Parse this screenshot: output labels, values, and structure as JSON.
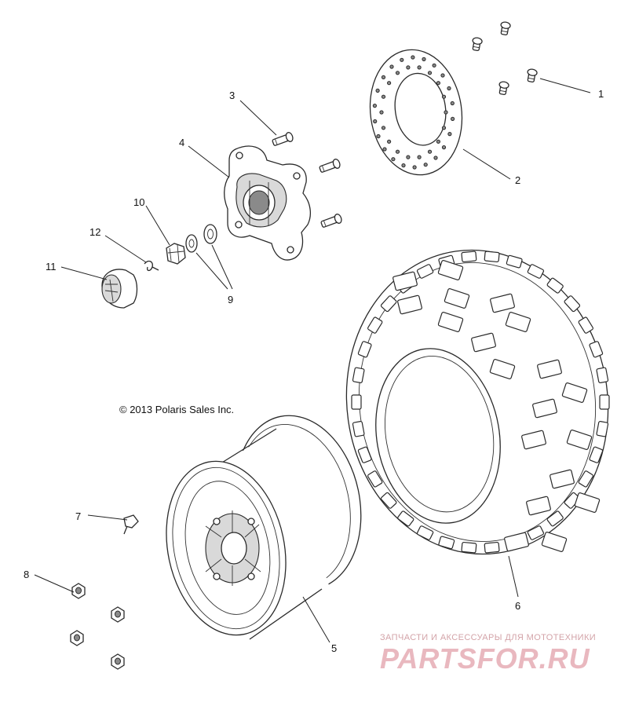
{
  "copyright": "© 2013 Polaris Sales Inc.",
  "watermark": {
    "tagline": "ЗАПЧАСТИ И АКСЕССУАРЫ ДЛЯ МОТОТЕХНИКИ",
    "logo": "PARTSFOR.RU"
  },
  "callouts": {
    "c1": "1",
    "c2": "2",
    "c3": "3",
    "c4": "4",
    "c5": "5",
    "c6": "6",
    "c7": "7",
    "c8": "8",
    "c9": "9",
    "c10": "10",
    "c11": "11",
    "c12": "12"
  },
  "colors": {
    "line": "#2a2a2a",
    "watermark": "#e9b8bf"
  }
}
